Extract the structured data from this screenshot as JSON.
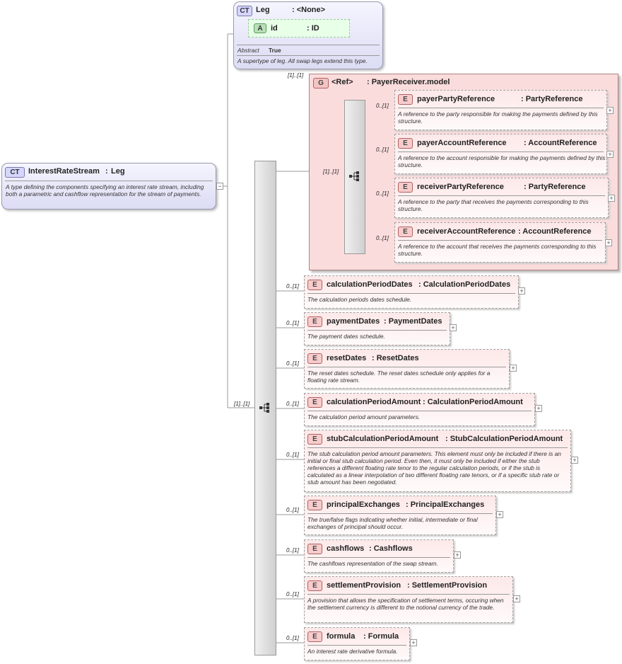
{
  "root": {
    "badge": "CT",
    "name": "InterestRateStream",
    "sep": ":",
    "type": "Leg",
    "description": "A type defining the components specifying an interest rate stream, including both a parametric and cashflow representation for the stream of payments.",
    "collapse_symbol": "−"
  },
  "base": {
    "badge": "CT",
    "name": "Leg",
    "type": ": <None>",
    "attribute": {
      "badge": "A",
      "name": "id",
      "type": ": ID"
    },
    "abstract_label": "Abstract",
    "abstract_value": "True",
    "description": "A supertype of leg. All swap legs extend this type."
  },
  "sequence_cardinality": "[1]..[1]",
  "group": {
    "badge": "G",
    "ref": "<Ref>",
    "name": ": PayerReceiver.model",
    "cardinality": "[1]..[1]",
    "inner_cardinality": "[1]..[1]",
    "elements": [
      {
        "badge": "E",
        "name": "payerPartyReference",
        "type": ": PartyReference",
        "card": "0..[1]",
        "desc": "A reference to the party responsible for making the payments defined by this structure."
      },
      {
        "badge": "E",
        "name": "payerAccountReference",
        "type": ": AccountReference",
        "card": "0..[1]",
        "desc": "A reference to the account responsible for making the payments defined by this structure."
      },
      {
        "badge": "E",
        "name": "receiverPartyReference",
        "type": ": PartyReference",
        "card": "0..[1]",
        "desc": "A reference to the party that receives the payments corresponding to this structure."
      },
      {
        "badge": "E",
        "name": "receiverAccountReference",
        "type": ": AccountReference",
        "card": "0..[1]",
        "desc": "A reference to the account that receives the payments corresponding to this structure."
      }
    ]
  },
  "elements": [
    {
      "badge": "E",
      "name": "calculationPeriodDates",
      "type": ": CalculationPeriodDates",
      "card": "0..[1]",
      "desc": "The calculation periods dates schedule."
    },
    {
      "badge": "E",
      "name": "paymentDates",
      "type": ": PaymentDates",
      "card": "0..[1]",
      "desc": "The payment dates schedule."
    },
    {
      "badge": "E",
      "name": "resetDates",
      "type": ": ResetDates",
      "card": "0..[1]",
      "desc": "The reset dates schedule. The reset dates schedule only applies for a floating rate stream."
    },
    {
      "badge": "E",
      "name": "calculationPeriodAmount",
      "type": ": CalculationPeriodAmount",
      "card": "0..[1]",
      "desc": "The calculation period amount parameters."
    },
    {
      "badge": "E",
      "name": "stubCalculationPeriodAmount",
      "type": ": StubCalculationPeriodAmount",
      "card": "0..[1]",
      "desc": "The stub calculation period amount parameters. This element must only be included if there is an initial or final stub calculation period. Even then, it must only be included if either the stub references a different floating rate tenor to the regular calculation periods, or if the stub is calculated as a linear interpolation of two different floating rate tenors, or if a specific stub rate or stub amount has been negotiated."
    },
    {
      "badge": "E",
      "name": "principalExchanges",
      "type": ": PrincipalExchanges",
      "card": "0..[1]",
      "desc": "The true/false flags indicating whether initial, intermediate or final exchanges of principal should occur."
    },
    {
      "badge": "E",
      "name": "cashflows",
      "type": ": Cashflows",
      "card": "0..[1]",
      "desc": "The cashflows representation of the swap stream."
    },
    {
      "badge": "E",
      "name": "settlementProvision",
      "type": ": SettlementProvision",
      "card": "0..[1]",
      "desc": "A provision that allows the specification of settlement terms, occuring when the settlement currency is different to the notional currency of the trade."
    },
    {
      "badge": "E",
      "name": "formula",
      "type": ": Formula",
      "card": "0..[1]",
      "desc": "An interest rate derivative formula."
    }
  ],
  "expand_symbol": "+"
}
